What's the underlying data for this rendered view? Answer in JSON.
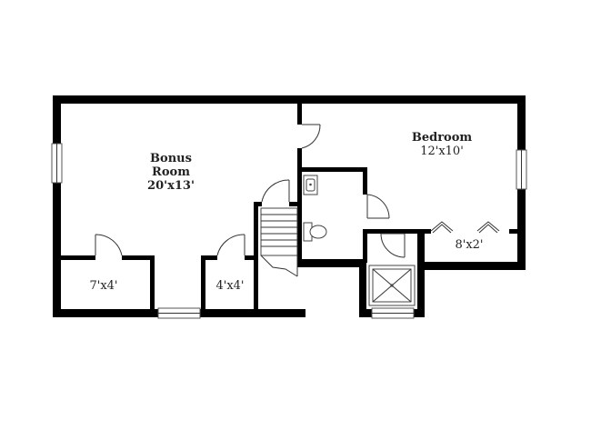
{
  "rooms": {
    "bonus_room": {
      "name_line1": "Bonus",
      "name_line2": "Room",
      "size": "20'x13'"
    },
    "bedroom": {
      "name": "Bedroom",
      "size": "12'x10'"
    },
    "closet_left": {
      "size": "7'x4'"
    },
    "closet_mid": {
      "size": "4'x4'"
    },
    "bedroom_closet": {
      "size": "8'x2'"
    }
  }
}
